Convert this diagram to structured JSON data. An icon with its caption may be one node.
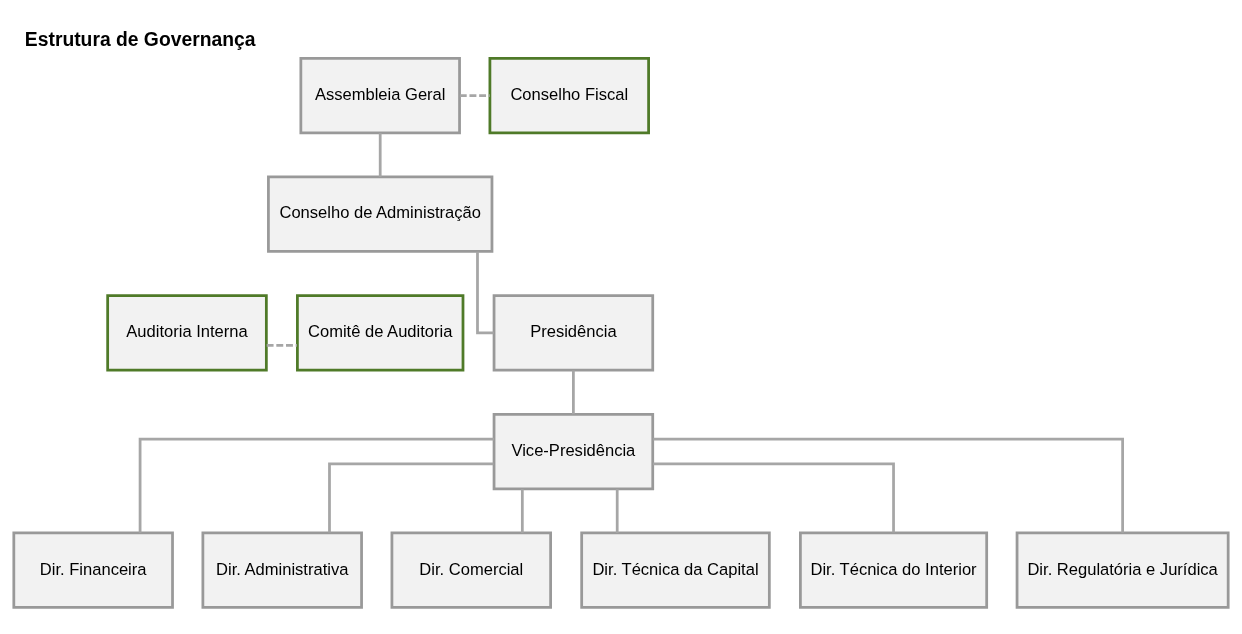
{
  "diagram": {
    "title": "Estrutura de Governança",
    "nodes": [
      {
        "text": [
          "Assembleia Geral"
        ]
      },
      {
        "text": [
          "Conselho Fiscal"
        ]
      },
      {
        "text": [
          "Conselho de Administração"
        ]
      },
      {
        "text": [
          "Auditoria Interna"
        ]
      },
      {
        "text": [
          "Comitê de Auditoria"
        ]
      },
      {
        "text": [
          "Presidência"
        ]
      },
      {
        "text": [
          "Vice-Presidência"
        ]
      },
      {
        "text": [
          "Dir. Financeira"
        ]
      },
      {
        "text": [
          "Dir. Administrativa"
        ]
      },
      {
        "text": [
          "Dir. Comercial"
        ]
      },
      {
        "text": [
          "Dir. Técnica da Capital"
        ]
      },
      {
        "text": [
          "Dir. Técnica do Interior"
        ]
      },
      {
        "text": [
          "Dir. Regulatória e Jurídica"
        ]
      }
    ],
    "edges": [
      {
        "from": 0,
        "to": 2,
        "arrow": "none"
      },
      {
        "from": 0,
        "to": 1,
        "arrow": "none",
        "style": "dashed"
      },
      {
        "from": 3,
        "to": 4,
        "arrow": "none",
        "style": "dashed"
      },
      {
        "from": 2,
        "to": 5,
        "arrow": "none"
      },
      {
        "from": 5,
        "to": 6,
        "arrow": "none"
      },
      {
        "from": 6,
        "to": 7,
        "arrow": "none"
      },
      {
        "from": 6,
        "to": 8,
        "arrow": "none"
      },
      {
        "from": 6,
        "to": 9,
        "arrow": "none"
      },
      {
        "from": 6,
        "to": 10,
        "arrow": "none"
      },
      {
        "from": 6,
        "to": 11,
        "arrow": "none"
      },
      {
        "from": 6,
        "to": 12,
        "arrow": "none"
      }
    ]
  }
}
